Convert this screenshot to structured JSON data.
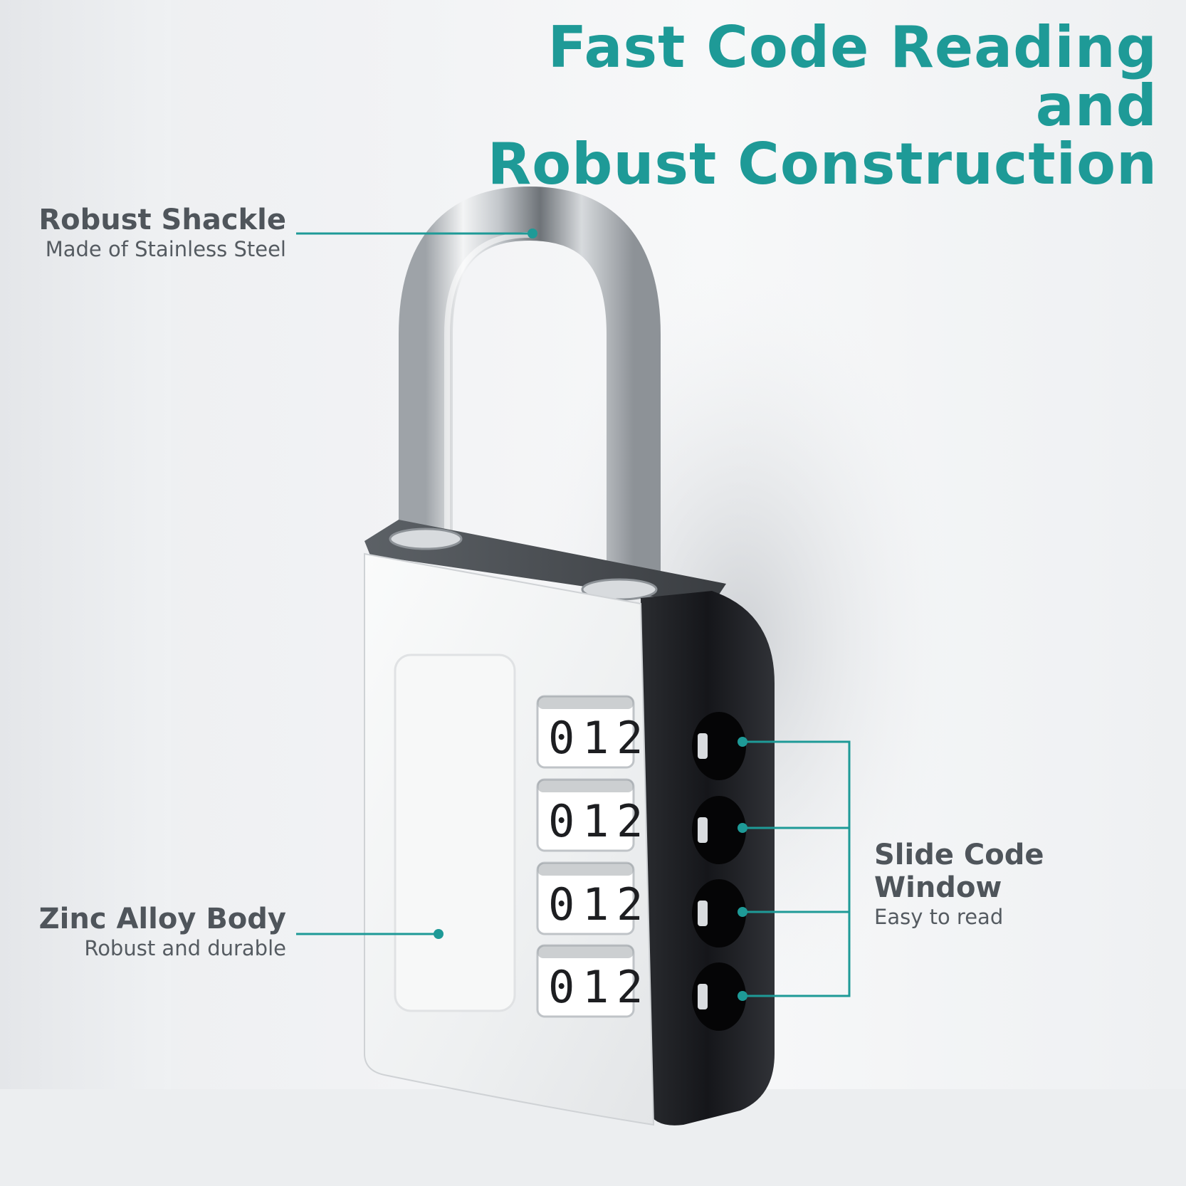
{
  "headline": {
    "line1": "Fast Code Reading and",
    "line2": "Robust Construction"
  },
  "callouts": {
    "shackle": {
      "title": "Robust Shackle",
      "subtitle": "Made of Stainless Steel"
    },
    "body": {
      "title": "Zinc Alloy Body",
      "subtitle": "Robust and durable"
    },
    "window": {
      "title": "Slide Code Window",
      "subtitle": "Easy to read"
    }
  },
  "dial_digits": [
    "0",
    "1",
    "2"
  ],
  "colors": {
    "accent": "#1e9a97",
    "text": "#4f555b",
    "lock_dark": "#1b1c1f",
    "lock_face": "#f4f5f6"
  }
}
